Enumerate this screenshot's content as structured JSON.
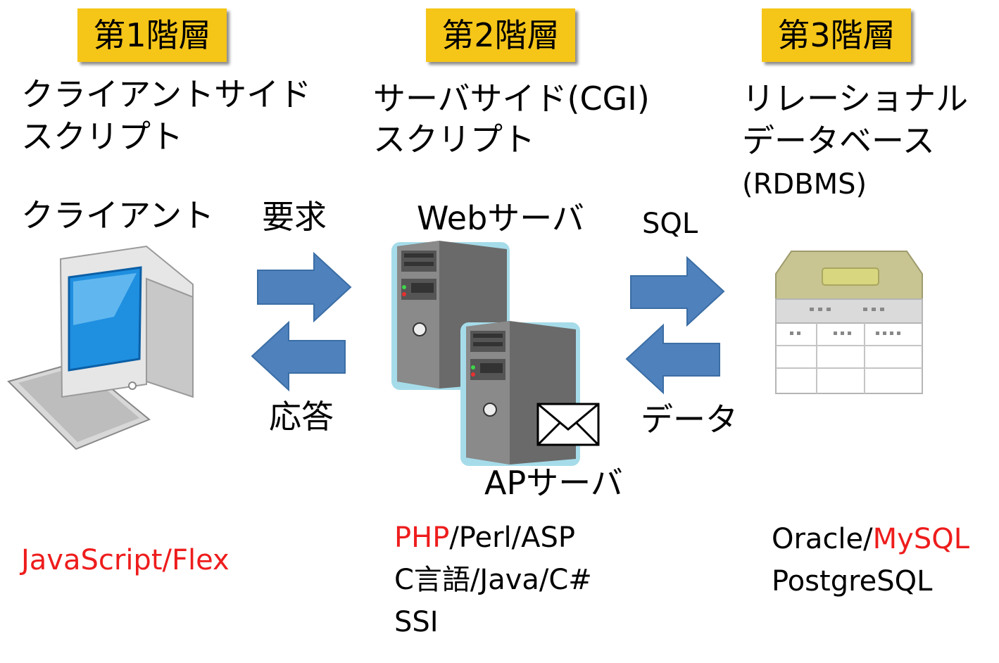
{
  "tiers": {
    "tier1": "第1階層",
    "tier2": "第2階層",
    "tier3": "第3階層"
  },
  "col1": {
    "line1": "クライアントサイド",
    "line2": "スクリプト",
    "node_label": "クライアント",
    "tech": "JavaScript/Flex"
  },
  "col2": {
    "line1": "サーバサイド(CGI)",
    "line2": "スクリプト",
    "web_label": "Webサーバ",
    "ap_label": "APサーバ",
    "tech_line1_red": "PHP",
    "tech_line1_rest": "/Perl/ASP",
    "tech_line2": "C言語/Java/C#",
    "tech_line3": "SSI"
  },
  "col3": {
    "line1": "リレーショナル",
    "line2": "データベース",
    "line3": "(RDBMS)",
    "tech_line1_black": "Oracle/",
    "tech_line1_red": "MySQL",
    "tech_line2": "PostgreSQL"
  },
  "arrows": {
    "request": "要求",
    "response": "応答",
    "sql": "SQL",
    "data": "データ"
  },
  "colors": {
    "tier_bg": "#f5c518",
    "arrow_fill": "#4f81bd",
    "arrow_stroke": "#3b6ea5",
    "red_text": "#ee1c1c"
  }
}
